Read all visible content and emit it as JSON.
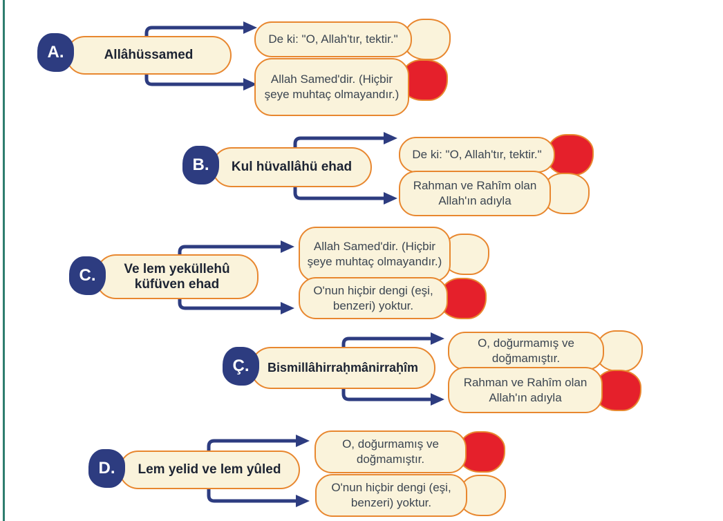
{
  "colors": {
    "cream": "#FAF3DB",
    "orange": "#E8872F",
    "red": "#E5202B",
    "navy": "#2D3C80",
    "teal": "#2E7D6E",
    "term-text": "#1D2433",
    "answer-text": "#3B4551"
  },
  "sections": [
    {
      "label": "A.",
      "term": "Allâhüssamed",
      "answers": [
        {
          "text": "De ki: \"O, Allah'tır, tektir.\"",
          "marked": false
        },
        {
          "text": "Allah Samed'dir. (Hiçbir şeye muhtaç olmayandır.)",
          "marked": true
        }
      ]
    },
    {
      "label": "B.",
      "term": "Kul hüvallâhü ehad",
      "answers": [
        {
          "text": "De ki: \"O, Allah'tır, tektir.\"",
          "marked": true
        },
        {
          "text": "Rahman ve Rahîm olan Allah'ın adıyla",
          "marked": false
        }
      ]
    },
    {
      "label": "C.",
      "term": "Ve lem yeküllehû küfüven ehad",
      "answers": [
        {
          "text": "Allah Samed'dir. (Hiçbir şeye muhtaç olmayandır.)",
          "marked": false
        },
        {
          "text": "O'nun hiçbir dengi (eşi, benzeri) yoktur.",
          "marked": true
        }
      ]
    },
    {
      "label": "Ç.",
      "term": "Bismillâhirraḥmânirraḥîm",
      "answers": [
        {
          "text": "O, doğurmamış ve doğmamıştır.",
          "marked": false
        },
        {
          "text": "Rahman ve Rahîm olan Allah'ın adıyla",
          "marked": true
        }
      ]
    },
    {
      "label": "D.",
      "term": "Lem yelid ve lem yûled",
      "answers": [
        {
          "text": "O, doğurmamış ve doğmamıştır.",
          "marked": true
        },
        {
          "text": "O'nun hiçbir dengi (eşi, benzeri) yoktur.",
          "marked": false
        }
      ]
    }
  ]
}
